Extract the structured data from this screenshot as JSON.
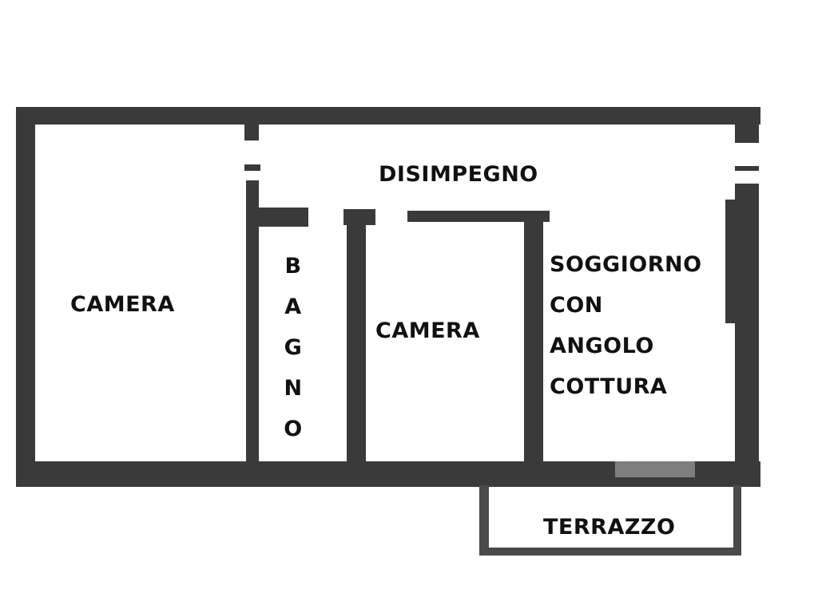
{
  "floor_plan": {
    "wall_color": "#3a3a3a",
    "rooms": [
      {
        "id": "camera_1",
        "label": "CAMERA"
      },
      {
        "id": "disimpegno",
        "label": "DISIMPEGNO"
      },
      {
        "id": "bagno",
        "label": "BAGNO",
        "letters": [
          "B",
          "A",
          "G",
          "N",
          "O"
        ]
      },
      {
        "id": "camera_2",
        "label": "CAMERA"
      },
      {
        "id": "soggiorno",
        "label": "SOGGIORNO CON ANGOLO COTTURA",
        "lines": [
          "SOGGIORNO",
          "CON",
          "ANGOLO",
          "COTTURA"
        ]
      },
      {
        "id": "terrazzo",
        "label": "TERRAZZO"
      }
    ]
  }
}
